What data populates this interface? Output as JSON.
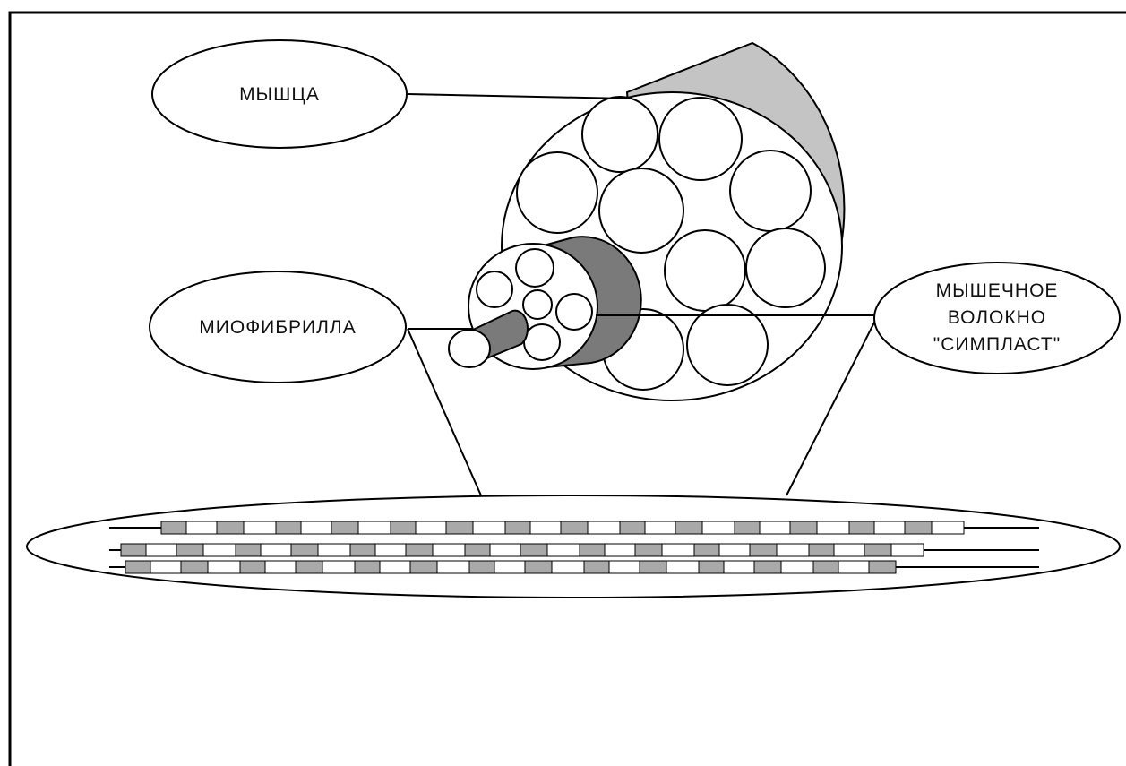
{
  "labels": {
    "muscle": "МЫШЦА",
    "myofibril": "МИОФИБРИЛЛА",
    "fiber_line1": "МЫШЕЧНОЕ",
    "fiber_line2": "ВОЛОКНО",
    "fiber_line3": "\"СИМПЛАСТ\""
  },
  "colors": {
    "background": "#ffffff",
    "stroke": "#000000",
    "muscle_side": "#c4c4c4",
    "fiber_side": "#7a7a7a",
    "sarcomere_dark": "#a9a9a9"
  }
}
